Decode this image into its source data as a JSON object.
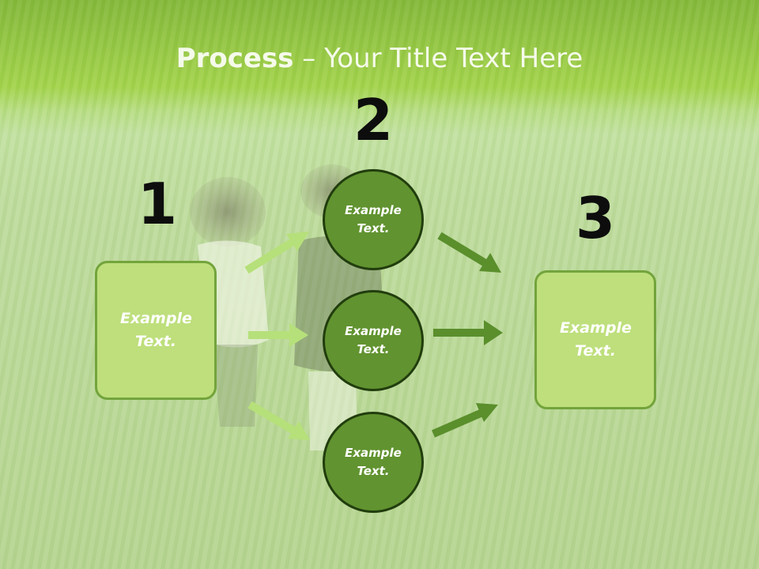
{
  "title": {
    "bold": "Process",
    "rest": " – Your Title Text Here"
  },
  "steps": {
    "one": "1",
    "two": "2",
    "three": "3"
  },
  "left_box": {
    "text": "Example Text."
  },
  "right_box": {
    "text": "Example Text."
  },
  "circles": [
    {
      "text": "Example Text."
    },
    {
      "text": "Example Text."
    },
    {
      "text": "Example Text."
    }
  ],
  "colors": {
    "box_fill": "#bedf7c",
    "box_border": "#73a43c",
    "circle_fill": "#619330",
    "circle_border": "#213d0d",
    "light_arrow": "#b6e07a",
    "dark_arrow": "#5a8f2c"
  }
}
